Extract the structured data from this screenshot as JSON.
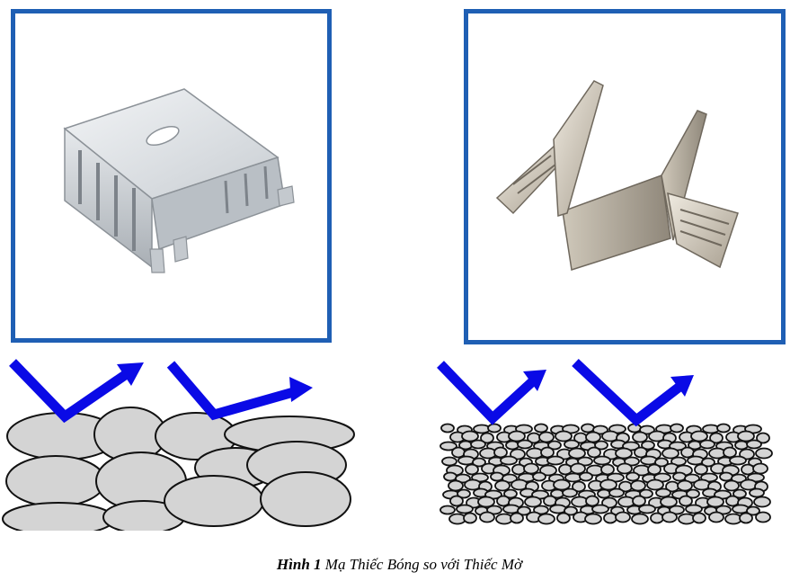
{
  "caption": {
    "label": "Hình 1",
    "text": "Mạ Thiếc Bóng so với Thiếc Mờ"
  },
  "images": {
    "left": "bright-tin-plated-heatsink",
    "right": "matte-tin-plated-bracket"
  },
  "colors": {
    "frame": "#1f5fb4",
    "arrow": "#0a0ae6",
    "grain_fill": "#d4d4d4",
    "grain_stroke": "#111111"
  }
}
